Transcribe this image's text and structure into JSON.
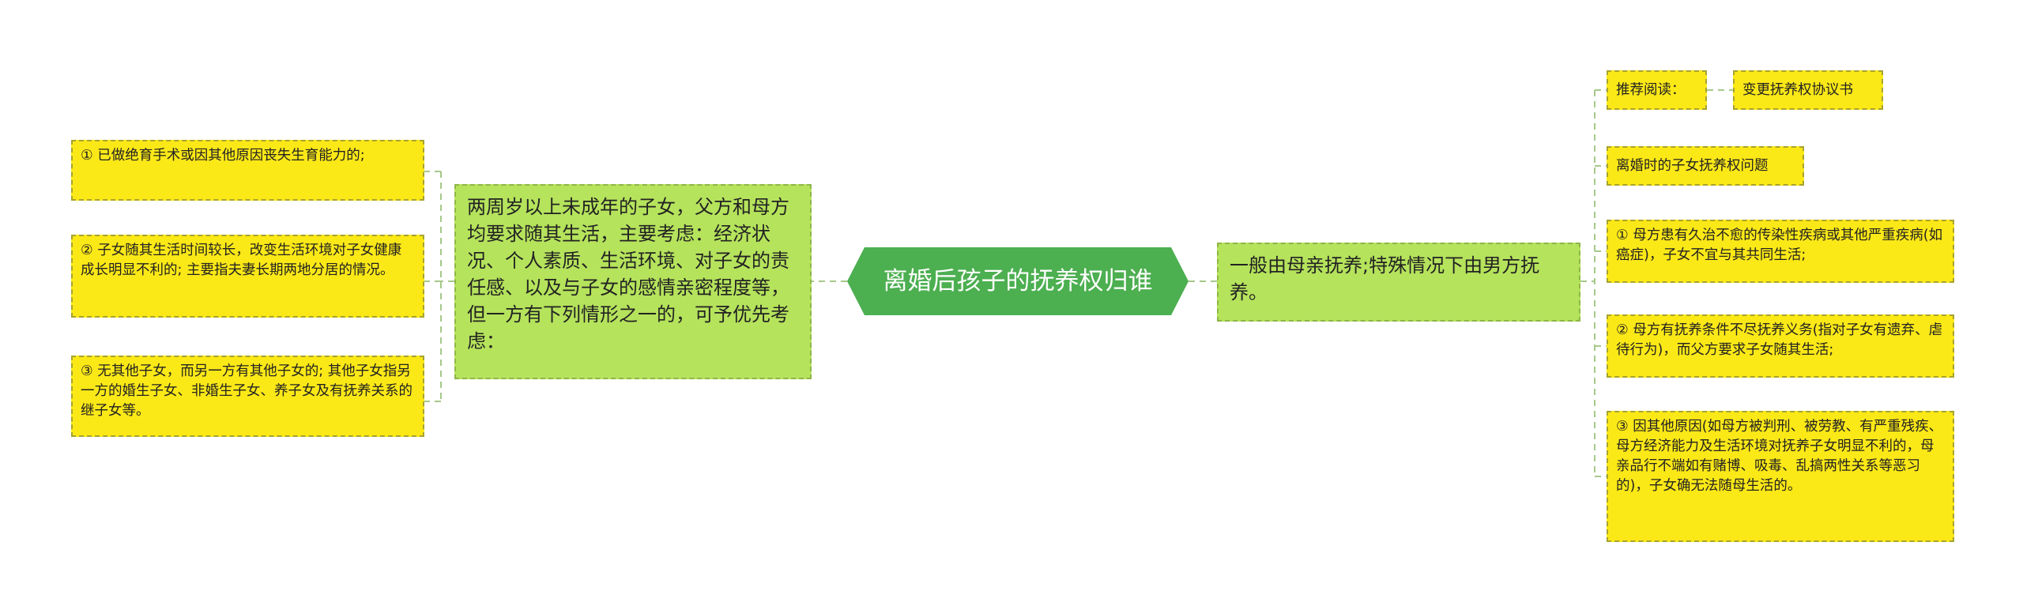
{
  "root": {
    "label": "离婚后孩子的抚养权归谁"
  },
  "left_branch": {
    "text": "两周岁以上未成年的子女，父方和母方均要求随其生活，主要考虑：经济状况、个人素质、生活环境、对子女的责任感、以及与子女的感情亲密程度等，但一方有下列情形之一的，可予优先考虑：",
    "items": [
      {
        "text": "① 已做绝育手术或因其他原因丧失生育能力的;"
      },
      {
        "text": "② 子女随其生活时间较长，改变生活环境对子女健康成长明显不利的; 主要指夫妻长期两地分居的情况。"
      },
      {
        "text": "③ 无其他子女，而另一方有其他子女的; 其他子女指另一方的婚生子女、非婚生子女、养子女及有抚养关系的继子女等。"
      }
    ]
  },
  "right_branch": {
    "text": "一般由母亲抚养;特殊情况下由男方抚养。",
    "recommend": {
      "label": "推荐阅读：",
      "link": "变更抚养权协议书"
    },
    "items": [
      {
        "text": "离婚时的子女抚养权问题"
      },
      {
        "text": "① 母方患有久治不愈的传染性疾病或其他严重疾病(如癌症)，子女不宜与其共同生活;"
      },
      {
        "text": "② 母方有抚养条件不尽抚养义务(指对子女有遗弃、虐待行为)，而父方要求子女随其生活;"
      },
      {
        "text": "③ 因其他原因(如母方被判刑、被劳教、有严重残疾、母方经济能力及生活环境对抚养子女明显不利的，母亲品行不端如有赌博、吸毒、乱搞两性关系等恶习的)，子女确无法随母生活的。"
      }
    ]
  }
}
